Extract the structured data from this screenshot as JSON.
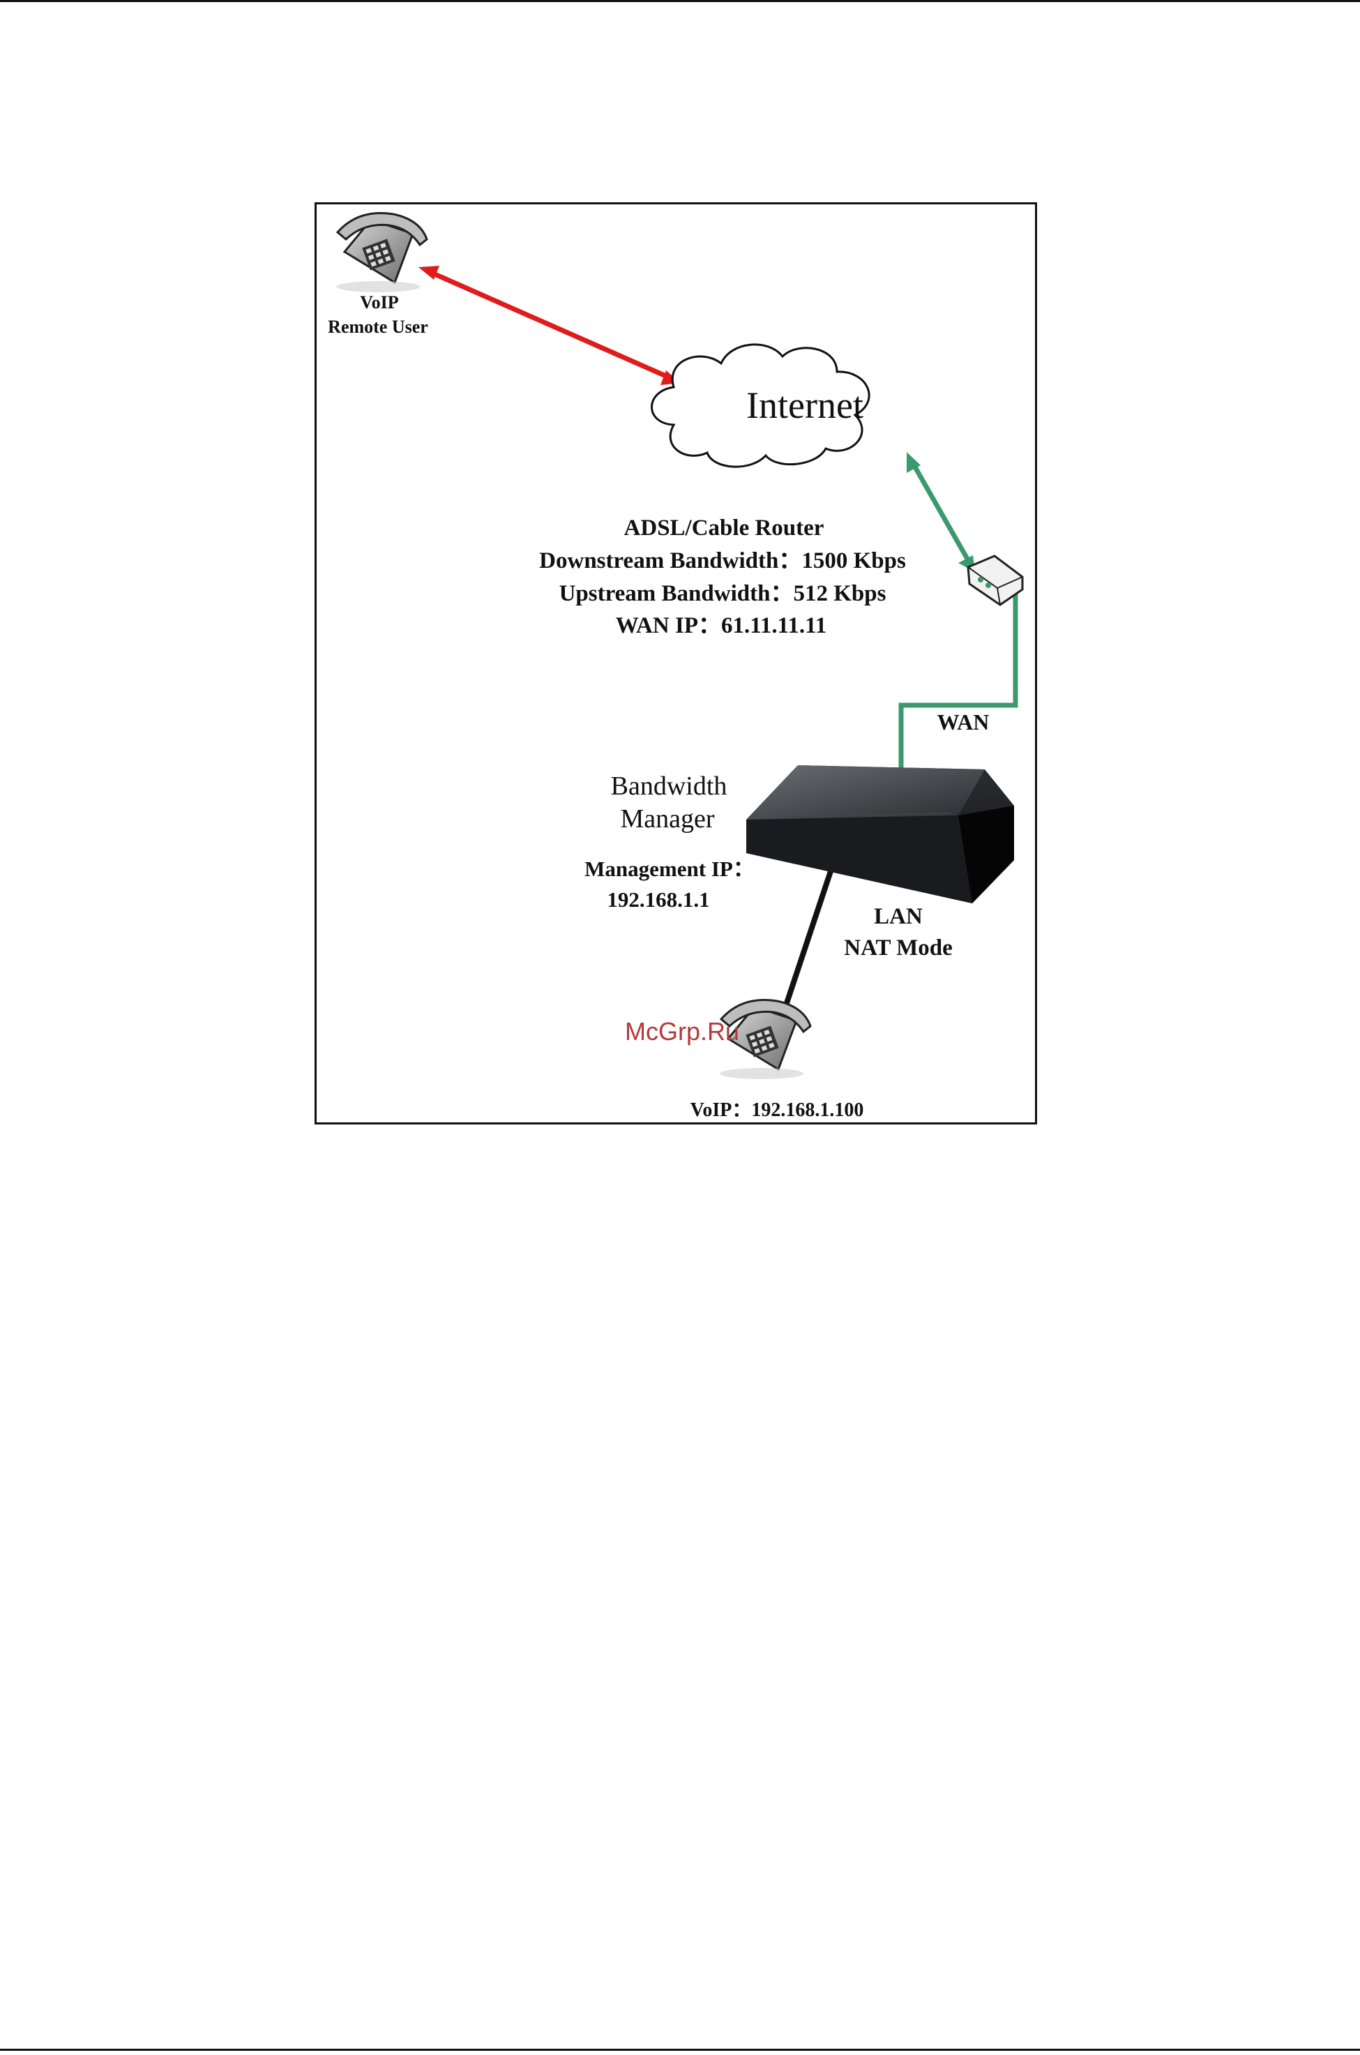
{
  "diagram": {
    "remote_user": {
      "line1": "VoIP",
      "line2": "Remote User"
    },
    "internet": "Internet",
    "router": {
      "title": "ADSL/Cable Router",
      "downstream": "Downstream Bandwidth：1500 Kbps",
      "upstream": "Upstream Bandwidth：512 Kbps",
      "wan_ip": "WAN IP：61.11.11.11"
    },
    "wan_label": "WAN",
    "bandwidth_manager": {
      "line1": "Bandwidth",
      "line2": "Manager"
    },
    "management_ip": {
      "line1": "Management IP：",
      "line2": "192.168.1.1"
    },
    "lan": {
      "line1": "LAN",
      "line2": "NAT Mode"
    },
    "local_voip": "VoIP：192.168.1.100",
    "watermark": "McGrp.Ru"
  },
  "colors": {
    "internet_link": "#e01b1b",
    "wan_link": "#3a9a6e",
    "lan_link": "#111111"
  }
}
